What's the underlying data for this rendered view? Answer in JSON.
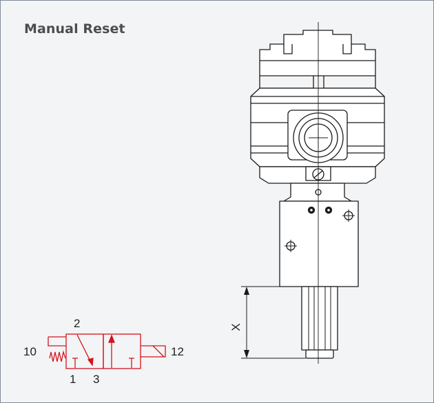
{
  "title": "Manual Reset",
  "dimension": {
    "label": "X"
  },
  "ports": {
    "p10": "10",
    "p2": "2",
    "p12": "12",
    "p1": "1",
    "p3": "3"
  },
  "colors": {
    "background": "#f3f4f6",
    "border": "#7f8a96",
    "title": "#4a4d50",
    "drawing": "#1a1a1a",
    "symbol": "#d4131b"
  }
}
